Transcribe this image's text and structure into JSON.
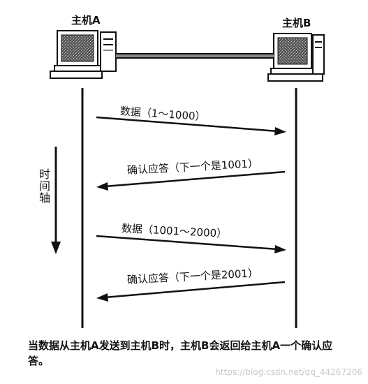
{
  "hosts": {
    "a": {
      "label": "主机A"
    },
    "b": {
      "label": "主机B"
    }
  },
  "time_axis": {
    "label": "时间轴"
  },
  "messages": [
    {
      "text": "数据（1～1000）",
      "direction": "A→B"
    },
    {
      "text": "确认应答（下一个是1001）",
      "direction": "B→A"
    },
    {
      "text": "数据（1001～2000）",
      "direction": "A→B"
    },
    {
      "text": "确认应答（下一个是2001）",
      "direction": "B→A"
    }
  ],
  "caption": "当数据从主机A发送到主机B时，主机B会返回给主机A一个确认应答。",
  "watermark": "https://blog.csdn.net/qq_44267206"
}
